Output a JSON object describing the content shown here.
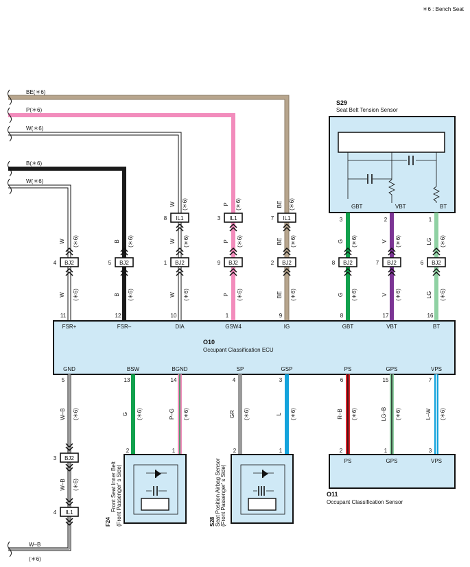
{
  "note": "＊6 : Bench Seat",
  "left_wires": [
    "BE(＊6)",
    "P(＊6)",
    "W(＊6)",
    "B(＊6)",
    "W(＊6)"
  ],
  "bottom_wire": {
    "label": "W–B",
    "note": "(＊6)"
  },
  "wire_note": "(＊6)",
  "colors": {
    "W": "#ffffff",
    "B": "#1a1a1a",
    "P": "#f28cbc",
    "BE": "#b7a58d",
    "G": "#11a04c",
    "V": "#7b3494",
    "LG": "#8fd1a3",
    "GR": "#9a9a9a",
    "L": "#14a3dc",
    "R": "#d8232a",
    "component_fill": "#cfe9f6"
  },
  "ecu": {
    "code": "O10",
    "name": "Occupant Classification ECU",
    "top_pins": [
      {
        "label": "FSR+",
        "num": "11"
      },
      {
        "label": "FSR–",
        "num": "12"
      },
      {
        "label": "DIA",
        "num": "10"
      },
      {
        "label": "GSW4",
        "num": "1"
      },
      {
        "label": "IG",
        "num": "9"
      },
      {
        "label": "GBT",
        "num": "8"
      },
      {
        "label": "VBT",
        "num": "17"
      },
      {
        "label": "BT",
        "num": "16"
      }
    ],
    "bottom_pins": [
      {
        "label": "GND",
        "num": "5"
      },
      {
        "label": "BSW",
        "num": "13"
      },
      {
        "label": "BGND",
        "num": "14"
      },
      {
        "label": "SP",
        "num": "4"
      },
      {
        "label": "GSP",
        "num": "3"
      },
      {
        "label": "PS",
        "num": "6"
      },
      {
        "label": "GPS",
        "num": "15"
      },
      {
        "label": "VPS",
        "num": "7"
      }
    ]
  },
  "top_wires": [
    "W",
    "B",
    "W",
    "P",
    "BE",
    "G",
    "V",
    "LG"
  ],
  "bj2_top": [
    {
      "name": "BJ2",
      "num": "4"
    },
    {
      "name": "BJ2",
      "num": "5"
    },
    {
      "name": "BJ2",
      "num": "1"
    },
    {
      "name": "BJ2",
      "num": "9"
    },
    {
      "name": "BJ2",
      "num": "2"
    },
    {
      "name": "BJ2",
      "num": "8"
    },
    {
      "name": "BJ2",
      "num": "7"
    },
    {
      "name": "BJ2",
      "num": "6"
    }
  ],
  "il1_top": [
    {
      "name": "IL1",
      "num": "8",
      "wire": "W"
    },
    {
      "name": "IL1",
      "num": "3",
      "wire": "P"
    },
    {
      "name": "IL1",
      "num": "7",
      "wire": "BE"
    }
  ],
  "s29": {
    "code": "S29",
    "name": "Seat Belt Tension Sensor",
    "pins": [
      {
        "label": "GBT",
        "num": "3"
      },
      {
        "label": "VBT",
        "num": "2"
      },
      {
        "label": "BT",
        "num": "1"
      }
    ]
  },
  "bottom_wires": [
    "W–B",
    "G",
    "P–G",
    "GR",
    "L",
    "R–B",
    "LG–B",
    "L–W"
  ],
  "gnd_connectors": [
    {
      "name": "BJ2",
      "num": "3"
    },
    {
      "name": "IL1",
      "num": "4"
    }
  ],
  "f24": {
    "code": "F24",
    "name": "Front Seat Inner Belt",
    "sub": "(Front Passenger' s Side)",
    "pins": [
      "2",
      "1"
    ]
  },
  "s28": {
    "code": "S28",
    "name": "Seat Position Airbag Sensor",
    "sub": "(Front Passenger' s Side)",
    "pins": [
      "2",
      "1"
    ]
  },
  "o11": {
    "code": "O11",
    "name": "Occupant Classification Sensor",
    "pins": [
      {
        "label": "PS",
        "num": "2"
      },
      {
        "label": "GPS",
        "num": "1"
      },
      {
        "label": "VPS",
        "num": "3"
      }
    ]
  }
}
